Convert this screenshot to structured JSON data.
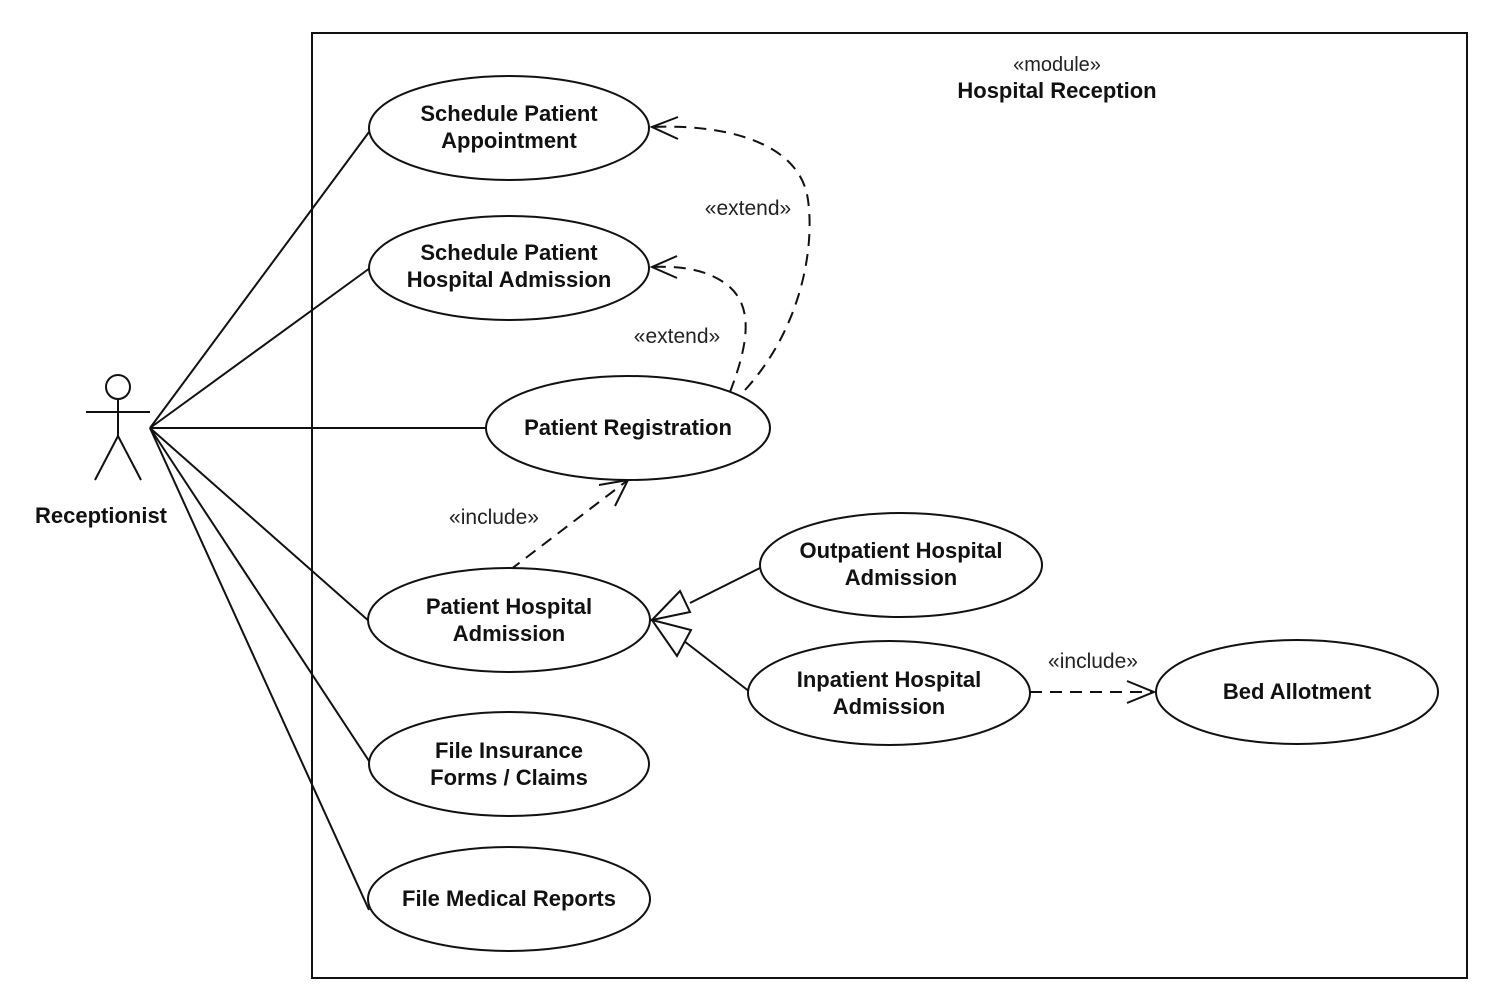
{
  "system": {
    "stereotype": "«module»",
    "name": "Hospital Reception"
  },
  "actor": {
    "name": "Receptionist"
  },
  "use_cases": {
    "schedule_appointment": [
      "Schedule Patient",
      "Appointment"
    ],
    "schedule_admission": [
      "Schedule Patient",
      "Hospital Admission"
    ],
    "patient_registration": [
      "Patient Registration"
    ],
    "patient_admission": [
      "Patient Hospital",
      "Admission"
    ],
    "outpatient_admission": [
      "Outpatient Hospital",
      "Admission"
    ],
    "inpatient_admission": [
      "Inpatient Hospital",
      "Admission"
    ],
    "bed_allotment": [
      "Bed Allotment"
    ],
    "file_insurance": [
      "File Insurance",
      "Forms / Claims"
    ],
    "file_medical_reports": [
      "File Medical Reports"
    ]
  },
  "relationship_labels": {
    "extend_appointment": "«extend»",
    "extend_admission": "«extend»",
    "include_registration": "«include»",
    "include_bed": "«include»"
  }
}
